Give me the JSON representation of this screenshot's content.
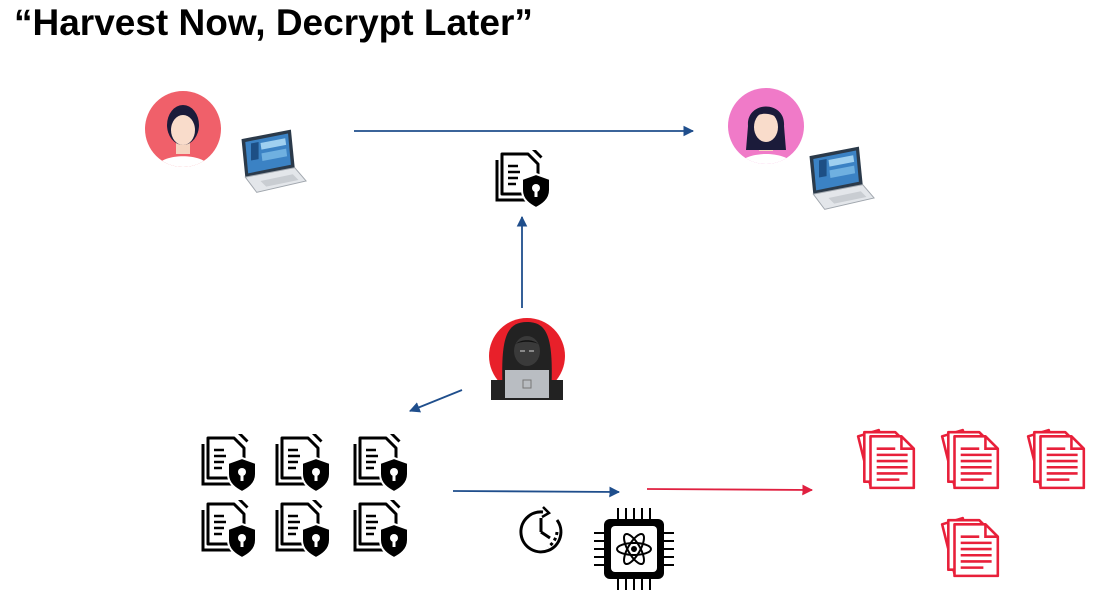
{
  "title": "“Harvest Now, Decrypt Later”",
  "colors": {
    "arrow_blue": "#1f4e8c",
    "arrow_red": "#e02040",
    "sender_avatar": "#f0606a",
    "receiver_avatar": "#f07ac8",
    "attacker_avatar": "#e8202a",
    "decrypted_docs": "#e8203a"
  },
  "icons": {
    "sender": "woman-avatar-icon",
    "sender_device": "laptop-icon",
    "receiver": "woman-avatar-icon",
    "receiver_device": "laptop-icon",
    "intercepted": "encrypted-document-icon",
    "attacker": "hacker-icon",
    "harvested": "encrypted-document-icon",
    "wait": "clock-icon",
    "quantum": "quantum-chip-icon",
    "decrypted": "document-icon"
  },
  "counts": {
    "harvested_docs": 6,
    "decrypted_docs": 4
  }
}
